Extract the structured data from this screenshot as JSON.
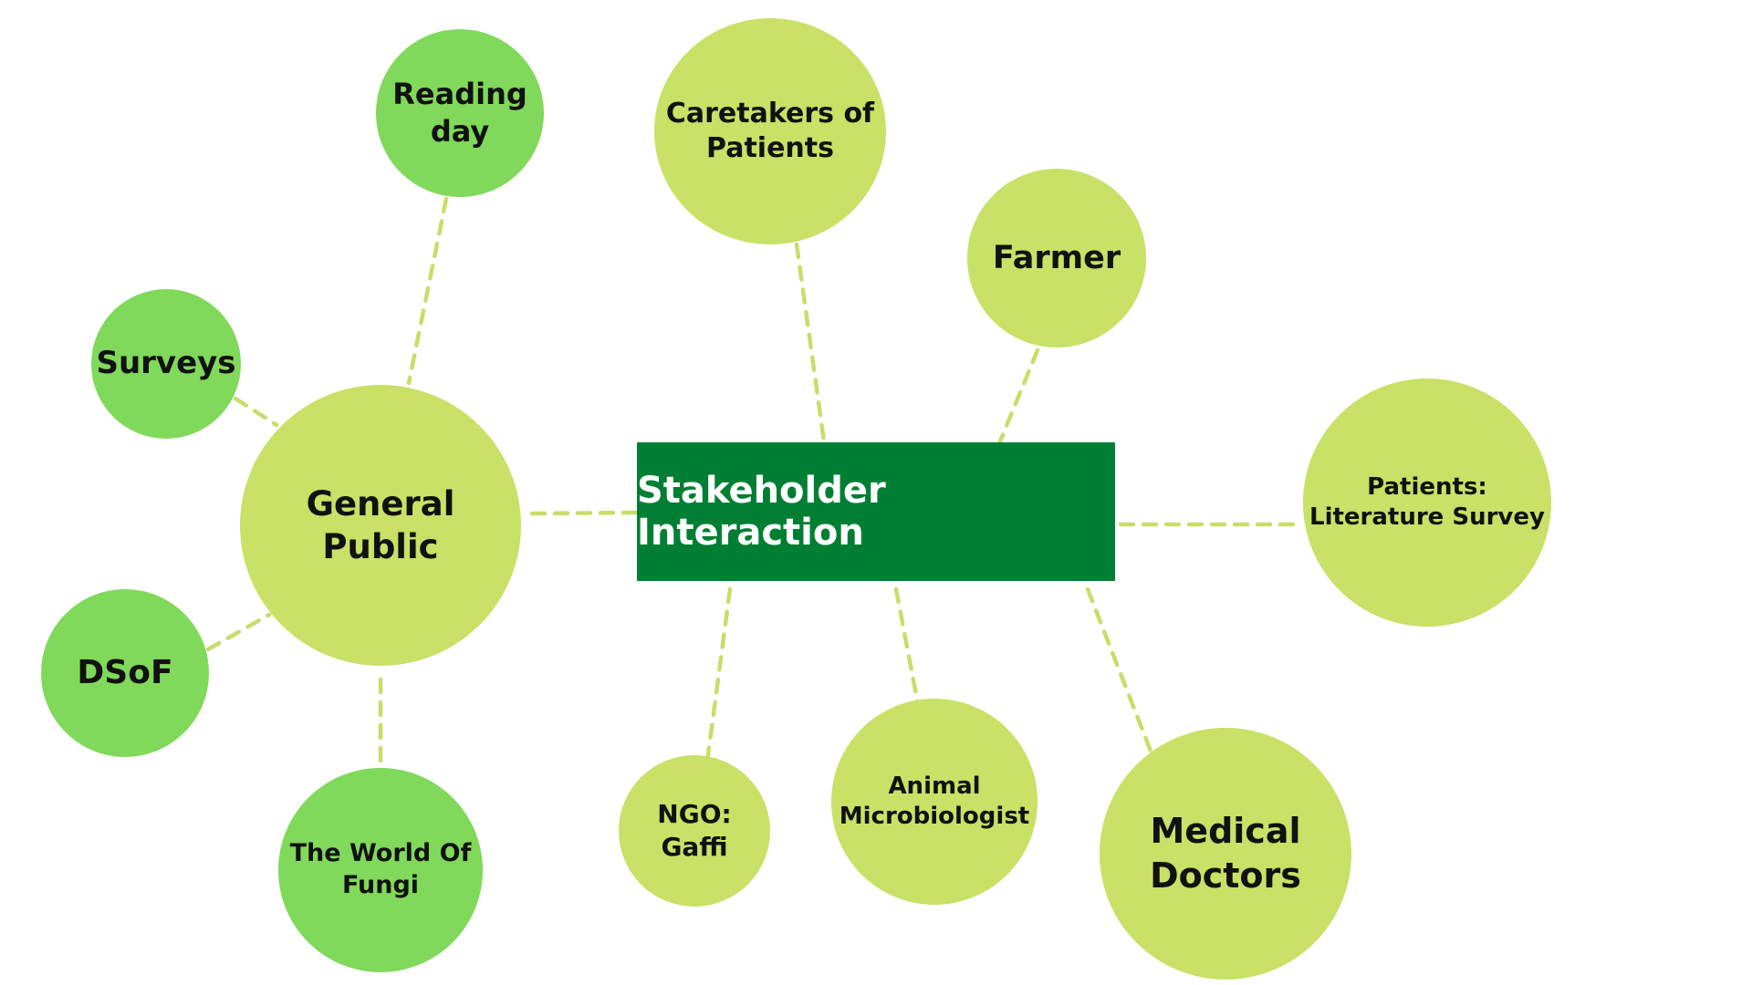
{
  "colors": {
    "center_fill": "#007f34",
    "center_text": "#ffffff",
    "node_light": "#c8e166",
    "node_bright": "#80d95a",
    "connector": "#c8de6a",
    "node_text": "#111111"
  },
  "center": {
    "label": "Stakeholder Interaction"
  },
  "nodes": {
    "reading_day": {
      "label": "Reading\nday"
    },
    "surveys": {
      "label": "Surveys"
    },
    "general_public": {
      "label": "General\nPublic"
    },
    "dsof": {
      "label": "DSoF"
    },
    "world_of_fungi": {
      "label": "The World Of\nFungi"
    },
    "caretakers": {
      "label": "Caretakers of\nPatients"
    },
    "farmer": {
      "label": "Farmer"
    },
    "patients": {
      "label": "Patients:\nLiterature Survey"
    },
    "ngo": {
      "label": "NGO:\nGaffi"
    },
    "animal_microbiologist": {
      "label": "Animal\nMicrobiologist"
    },
    "medical_doctors": {
      "label": "Medical\nDoctors"
    }
  }
}
